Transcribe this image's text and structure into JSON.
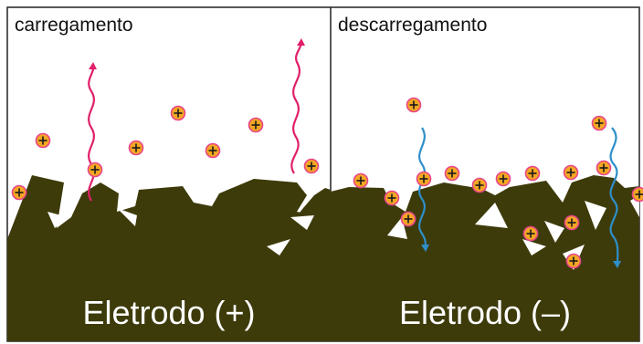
{
  "left_panel": {
    "title": "carregamento",
    "electrode_label": "Eletrodo (+)"
  },
  "right_panel": {
    "title": "descarregamento",
    "electrode_label": "Eletrodo (–)"
  },
  "colors": {
    "electrode": "#3e3b0b",
    "ion_fill": "#f5a623",
    "ion_ring": "#e8458a",
    "ion_sign": "#1a1a1a",
    "charge_wave": "#e0206a",
    "discharge_wave": "#2e8fc9",
    "border": "#222222"
  },
  "icons": {
    "ion": "ion-plus-icon",
    "charge_arrow": "wavy-arrow-up-icon",
    "discharge_arrow": "wavy-arrow-down-icon"
  }
}
